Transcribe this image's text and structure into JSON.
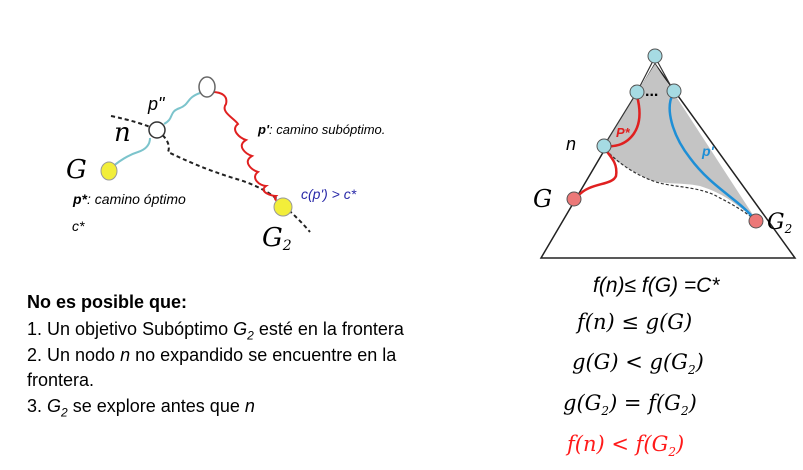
{
  "left_diagram": {
    "label_p2": "p\"",
    "label_n": "n",
    "label_G": "G",
    "label_pstar": "p*",
    "label_pstar_desc": ": camino óptimo",
    "label_cstar": "c*",
    "label_pprime": "p'",
    "label_pprime_desc": ": camino subóptimo.",
    "label_cost": "c(p') > c*",
    "label_G2": "G",
    "label_G2_sub": "2"
  },
  "right_diagram": {
    "label_n": "n",
    "label_G": "G",
    "label_pstar": "P*",
    "label_pprime": "p'",
    "label_G2": "G",
    "label_G2_sub": "2",
    "dots": "..."
  },
  "statements": {
    "heading": "No es posible que:",
    "item1_prefix": "1. Un objetivo Subóptimo ",
    "item1_G": "G",
    "item1_sub": "2",
    "item1_suffix": " esté en la frontera",
    "item2_a": "2. Un nodo ",
    "item2_n": "n",
    "item2_b": " no expandido se encuentre en la",
    "item2_c": "frontera.",
    "item3_a": "3. ",
    "item3_G": "G",
    "item3_sub": "2",
    "item3_b": " se explore antes que ",
    "item3_n": "n"
  },
  "inequalities": {
    "title": "f(n)≤ f(G) =C*",
    "line1": "f(n) ≤ g(G)",
    "line2_a": "g(G) < g(G",
    "line2_sub": "2",
    "line2_b": ")",
    "line3_a": "g(G",
    "line3_sub": "2",
    "line3_b": ") = f(G",
    "line3_sub2": "2",
    "line3_c": ")",
    "line4_a": "f(n) < f(G",
    "line4_sub": "2",
    "line4_b": ")"
  },
  "colors": {
    "red_path": "#e02020",
    "blue_path": "#1e8fd6",
    "teal_path": "#7cc4cc",
    "node_cyan": "#a6dbe3",
    "node_red": "#ec7878",
    "node_yellow": "#f2ee3a",
    "triangle_fill": "#c4c4c4",
    "cost_text": "#2a2aa8"
  }
}
